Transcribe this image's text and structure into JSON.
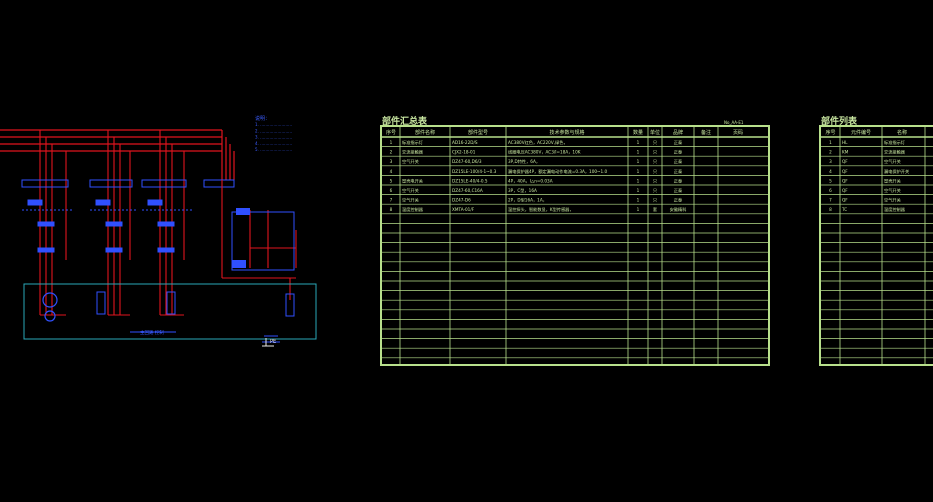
{
  "colors": {
    "background": "#000000",
    "wire": "#e0141e",
    "component": "#3050ff",
    "table": "#b8e08c",
    "enclosure": "#2aa8b8",
    "ground": "#e8e8e8"
  },
  "notes": {
    "lines": [
      "说明：",
      "1. ……………………",
      "2. ……………………",
      "3. ……………………",
      "4. ……………………",
      "5. ……………………"
    ]
  },
  "summary_table": {
    "title": "部件汇总表",
    "corner": "No_AA-E1",
    "headers": [
      "序号",
      "部件名称",
      "部件型号",
      "技术参数与规格",
      "数量",
      "单位",
      "品牌",
      "备注",
      "页码"
    ],
    "rows": [
      {
        "no": "1",
        "name": "标准指示灯",
        "model": "AD16-22D/S",
        "spec": "AC380V红色，AC220V,绿色，",
        "qty": "1",
        "unit": "只",
        "brand": "正泰"
      },
      {
        "no": "2",
        "name": "交流接触器",
        "model": "CJX2-18-01",
        "spec": "线圈电压AC380V，AC3/I=18A，10K",
        "qty": "1",
        "unit": "只",
        "brand": "正泰"
      },
      {
        "no": "3",
        "name": "空气开关",
        "model": "DZ47-60,D6/3",
        "spec": "3P,D特性，6A，",
        "qty": "1",
        "unit": "只",
        "brand": "正泰"
      },
      {
        "no": "4",
        "name": "",
        "model": "DZ15LE-100/4-1~0.3",
        "spec": "漏电保护器4P，额定漏电动作电流=0.3A，100~1.0",
        "qty": "1",
        "unit": "只",
        "brand": "正泰"
      },
      {
        "no": "5",
        "name": "塑壳电开关",
        "model": "DZ15LE-40/4-0.5",
        "spec": "4P，40A，I△n=0.03A",
        "qty": "1",
        "unit": "只",
        "brand": "正泰"
      },
      {
        "no": "6",
        "name": "空气开关",
        "model": "DZ47-60,C16A",
        "spec": "3P，C型，16A",
        "qty": "1",
        "unit": "只",
        "brand": "正泰"
      },
      {
        "no": "7",
        "name": "空气开关",
        "model": "DZ47-D6",
        "spec": "2P，D型16A，1A，",
        "qty": "1",
        "unit": "只",
        "brand": "正泰"
      },
      {
        "no": "8",
        "name": "温度控制器",
        "model": "XMTA-01/F",
        "spec": "温控探头，智能数显，K型传感器，",
        "qty": "1",
        "unit": "套",
        "brand": "安徽精科"
      }
    ]
  },
  "parts_table": {
    "title": "部件列表",
    "headers": [
      "序号",
      "元件编号",
      "名称"
    ],
    "rows": [
      {
        "no": "1",
        "code": "HL",
        "name": "标准指示灯"
      },
      {
        "no": "2",
        "code": "KM",
        "name": "交流接触器"
      },
      {
        "no": "3",
        "code": "QF",
        "name": "空气开关"
      },
      {
        "no": "4",
        "code": "QF",
        "name": "漏电保护开关"
      },
      {
        "no": "5",
        "code": "QF",
        "name": "塑壳开关"
      },
      {
        "no": "6",
        "code": "QF",
        "name": "空气开关"
      },
      {
        "no": "7",
        "code": "QF",
        "name": "空气开关"
      },
      {
        "no": "8",
        "code": "TC",
        "name": "温度控制器"
      }
    ]
  },
  "schematic": {
    "bottom_label": "主回路  控制",
    "ground_label": "PE"
  }
}
